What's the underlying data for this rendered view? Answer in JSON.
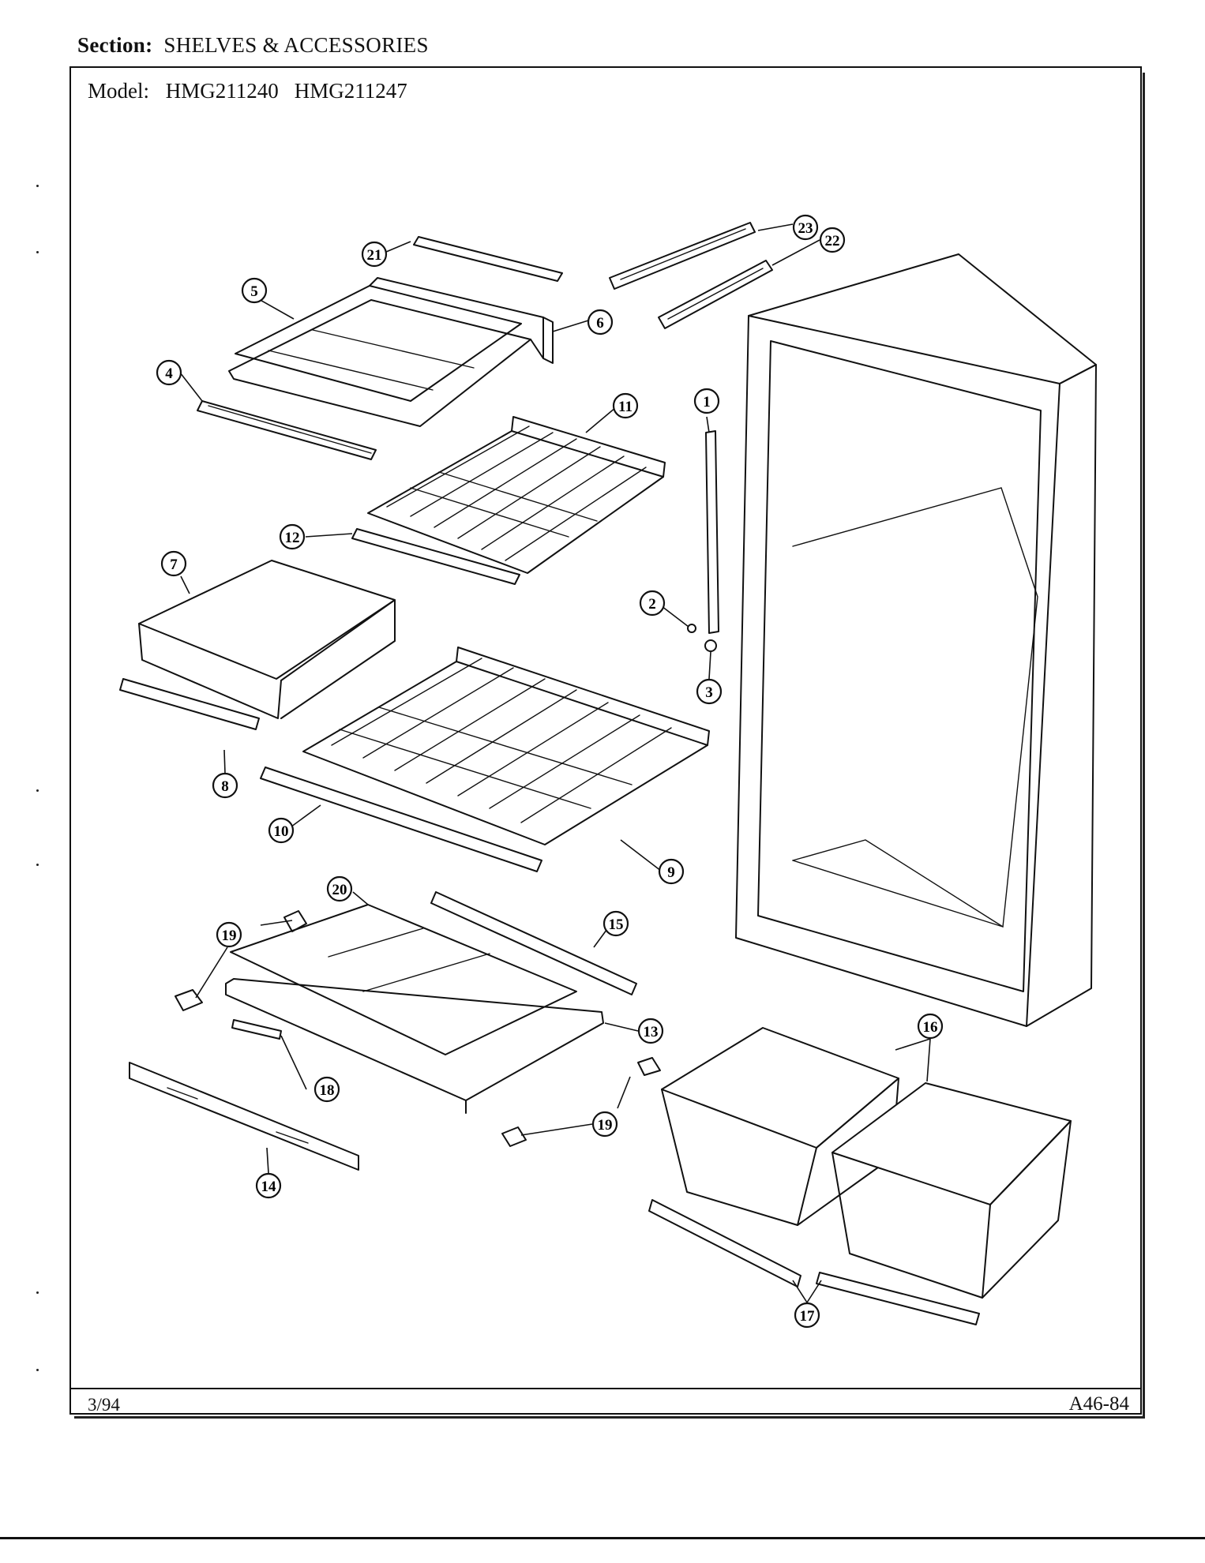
{
  "header": {
    "section_label": "Section:",
    "section_name": "SHELVES & ACCESSORIES",
    "model_label": "Model:",
    "models": [
      "HMG211240",
      "HMG211247"
    ]
  },
  "footer": {
    "date": "3/94",
    "code": "A46-84"
  },
  "callouts": [
    "1",
    "2",
    "3",
    "4",
    "5",
    "6",
    "7",
    "8",
    "9",
    "10",
    "11",
    "12",
    "13",
    "14",
    "15",
    "16",
    "17",
    "18",
    "19",
    "19",
    "20",
    "21",
    "22",
    "23"
  ]
}
